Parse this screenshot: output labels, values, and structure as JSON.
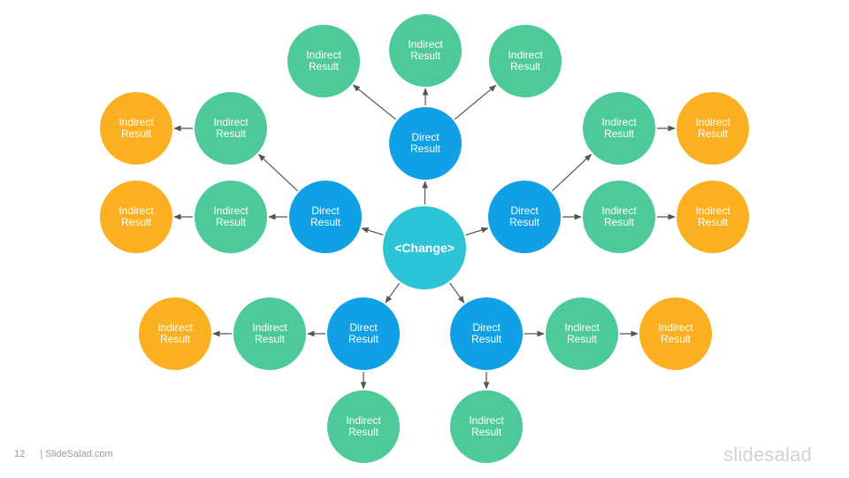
{
  "colors": {
    "center": "#2cc4d6",
    "direct": "#0fa0e6",
    "indirect_green": "#4ec99a",
    "indirect_orange": "#fbb022",
    "arrow": "#555555"
  },
  "nodes": [
    {
      "id": "center",
      "label": "<Change>",
      "kind": "center"
    },
    {
      "id": "d_top",
      "label": "Direct\nResult",
      "kind": "direct"
    },
    {
      "id": "d_left",
      "label": "Direct\nResult",
      "kind": "direct"
    },
    {
      "id": "d_right",
      "label": "Direct\nResult",
      "kind": "direct"
    },
    {
      "id": "d_bl",
      "label": "Direct\nResult",
      "kind": "direct"
    },
    {
      "id": "d_br",
      "label": "Direct\nResult",
      "kind": "direct"
    },
    {
      "id": "t_l",
      "label": "Indirect\nResult",
      "kind": "indirect_green"
    },
    {
      "id": "t_c",
      "label": "Indirect\nResult",
      "kind": "indirect_green"
    },
    {
      "id": "t_r",
      "label": "Indirect\nResult",
      "kind": "indirect_green"
    },
    {
      "id": "l_g1",
      "label": "Indirect\nResult",
      "kind": "indirect_green"
    },
    {
      "id": "l_g2",
      "label": "Indirect\nResult",
      "kind": "indirect_green"
    },
    {
      "id": "l_o1",
      "label": "Indirect\nResult",
      "kind": "indirect_orange"
    },
    {
      "id": "l_o2",
      "label": "Indirect\nResult",
      "kind": "indirect_orange"
    },
    {
      "id": "r_g1",
      "label": "Indirect\nResult",
      "kind": "indirect_green"
    },
    {
      "id": "r_g2",
      "label": "Indirect\nResult",
      "kind": "indirect_green"
    },
    {
      "id": "r_o1",
      "label": "Indirect\nResult",
      "kind": "indirect_orange"
    },
    {
      "id": "r_o2",
      "label": "Indirect\nResult",
      "kind": "indirect_orange"
    },
    {
      "id": "bl_g",
      "label": "Indirect\nResult",
      "kind": "indirect_green"
    },
    {
      "id": "bl_o",
      "label": "Indirect\nResult",
      "kind": "indirect_orange"
    },
    {
      "id": "bl_b",
      "label": "Indirect\nResult",
      "kind": "indirect_green"
    },
    {
      "id": "br_g",
      "label": "Indirect\nResult",
      "kind": "indirect_green"
    },
    {
      "id": "br_o",
      "label": "Indirect\nResult",
      "kind": "indirect_orange"
    },
    {
      "id": "br_b",
      "label": "Indirect\nResult",
      "kind": "indirect_green"
    }
  ],
  "edges": [
    [
      "center",
      "d_top"
    ],
    [
      "center",
      "d_left"
    ],
    [
      "center",
      "d_right"
    ],
    [
      "center",
      "d_bl"
    ],
    [
      "center",
      "d_br"
    ],
    [
      "d_top",
      "t_l"
    ],
    [
      "d_top",
      "t_c"
    ],
    [
      "d_top",
      "t_r"
    ],
    [
      "d_left",
      "l_g1"
    ],
    [
      "d_left",
      "l_g2"
    ],
    [
      "l_g1",
      "l_o1"
    ],
    [
      "l_g2",
      "l_o2"
    ],
    [
      "d_right",
      "r_g1"
    ],
    [
      "d_right",
      "r_g2"
    ],
    [
      "r_g1",
      "r_o1"
    ],
    [
      "r_g2",
      "r_o2"
    ],
    [
      "d_bl",
      "bl_g"
    ],
    [
      "bl_g",
      "bl_o"
    ],
    [
      "d_bl",
      "bl_b"
    ],
    [
      "d_br",
      "br_g"
    ],
    [
      "br_g",
      "br_o"
    ],
    [
      "d_br",
      "br_b"
    ]
  ],
  "footer": {
    "page_number": "12",
    "site": "| SlideSalad.com",
    "brand": "slidesalad"
  }
}
